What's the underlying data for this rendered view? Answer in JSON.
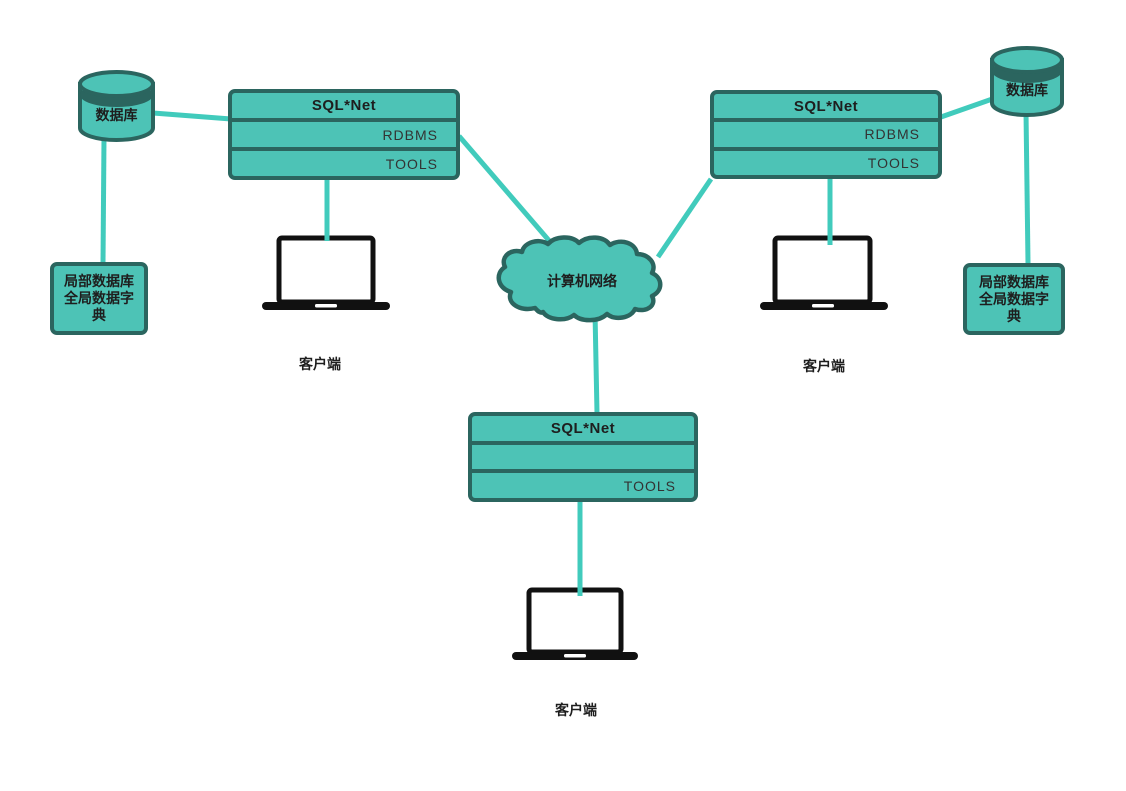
{
  "colors": {
    "shape-fill": "#4DC3B6",
    "shape-border": "#2B655F",
    "connector": "#41CBBC",
    "laptop": "#111111",
    "canvas": "#FFFFFF"
  },
  "nodes": {
    "db_left": {
      "label": "数据库"
    },
    "db_right": {
      "label": "数据库"
    },
    "dict_left": {
      "label": "局部数据库全局数据字典"
    },
    "dict_right": {
      "label": "局部数据库全局数据字典"
    },
    "stack_left": {
      "title": "SQL*Net",
      "row2": "RDBMS",
      "row3": "TOOLS"
    },
    "stack_right": {
      "title": "SQL*Net",
      "row2": "RDBMS",
      "row3": "TOOLS"
    },
    "stack_bottom": {
      "title": "SQL*Net",
      "row2": "",
      "row3": "TOOLS"
    },
    "cloud": {
      "label": "计算机网络"
    },
    "client_left": {
      "label": "客户端"
    },
    "client_right": {
      "label": "客户端"
    },
    "client_bottom": {
      "label": "客户端"
    }
  }
}
